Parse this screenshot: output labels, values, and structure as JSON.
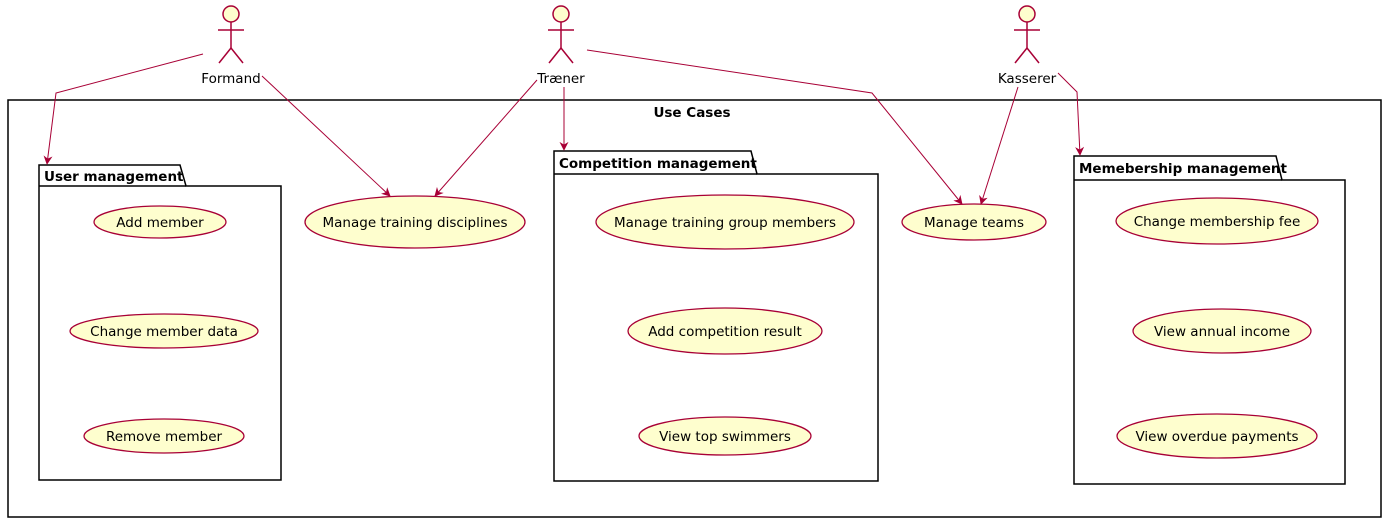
{
  "colors": {
    "usecase_fill": "#FEFECE",
    "usecase_border": "#A80036",
    "arrow": "#A80036",
    "outline": "#000000"
  },
  "actors": [
    {
      "id": "formand",
      "label": "Formand"
    },
    {
      "id": "traener",
      "label": "Træner"
    },
    {
      "id": "kasserer",
      "label": "Kasserer"
    }
  ],
  "system": {
    "title": "Use Cases"
  },
  "packages": [
    {
      "id": "user-management",
      "title": "User management",
      "use_cases": [
        "Add member",
        "Change member data",
        "Remove member"
      ]
    },
    {
      "id": "competition-management",
      "title": "Competition management",
      "use_cases": [
        "Manage training group members",
        "Add competition result",
        "View top swimmers"
      ]
    },
    {
      "id": "membership-management",
      "title": "Memebership management",
      "use_cases": [
        "Change membership fee",
        "View annual income",
        "View overdue payments"
      ]
    }
  ],
  "standalone_use_cases": [
    {
      "id": "manage-training-disciplines",
      "label": "Manage training disciplines"
    },
    {
      "id": "manage-teams",
      "label": "Manage teams"
    }
  ],
  "associations": [
    {
      "from": "Formand",
      "to": "User management"
    },
    {
      "from": "Formand",
      "to": "Manage training disciplines"
    },
    {
      "from": "Træner",
      "to": "Manage training disciplines"
    },
    {
      "from": "Træner",
      "to": "Competition management"
    },
    {
      "from": "Træner",
      "to": "Manage teams"
    },
    {
      "from": "Kasserer",
      "to": "Manage teams"
    },
    {
      "from": "Kasserer",
      "to": "Memebership management"
    }
  ]
}
